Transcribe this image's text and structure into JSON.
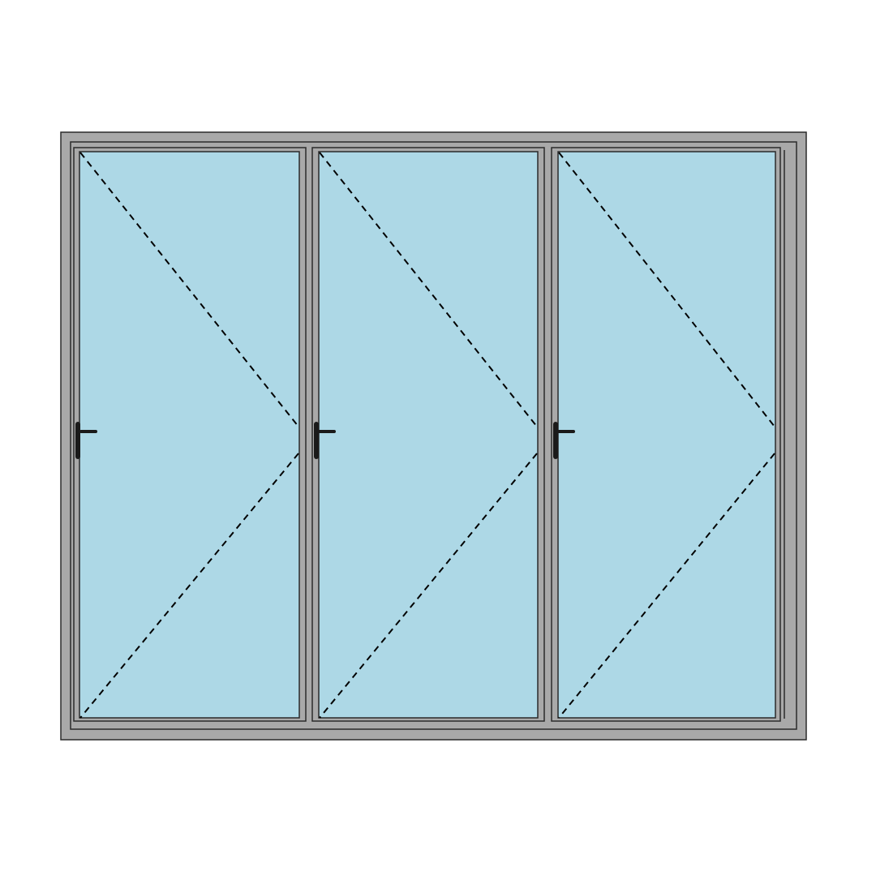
{
  "diagram": {
    "type": "bifold-door-elevation",
    "panel_count": 3,
    "opening_direction": "right",
    "colors": {
      "background": "#ffffff",
      "frame": "#a9a9a9",
      "frame_stroke": "#2b2b2b",
      "glass": "#add8e6",
      "handle": "#1a1a1a",
      "swing_line": "#000000"
    },
    "panels": [
      {
        "name": "panel-1",
        "has_handle": true,
        "handle_side": "left",
        "swing_indicator": "dashed-chevron"
      },
      {
        "name": "panel-2",
        "has_handle": true,
        "handle_side": "left",
        "swing_indicator": "dashed-chevron"
      },
      {
        "name": "panel-3",
        "has_handle": true,
        "handle_side": "left",
        "swing_indicator": "dashed-chevron"
      }
    ]
  }
}
